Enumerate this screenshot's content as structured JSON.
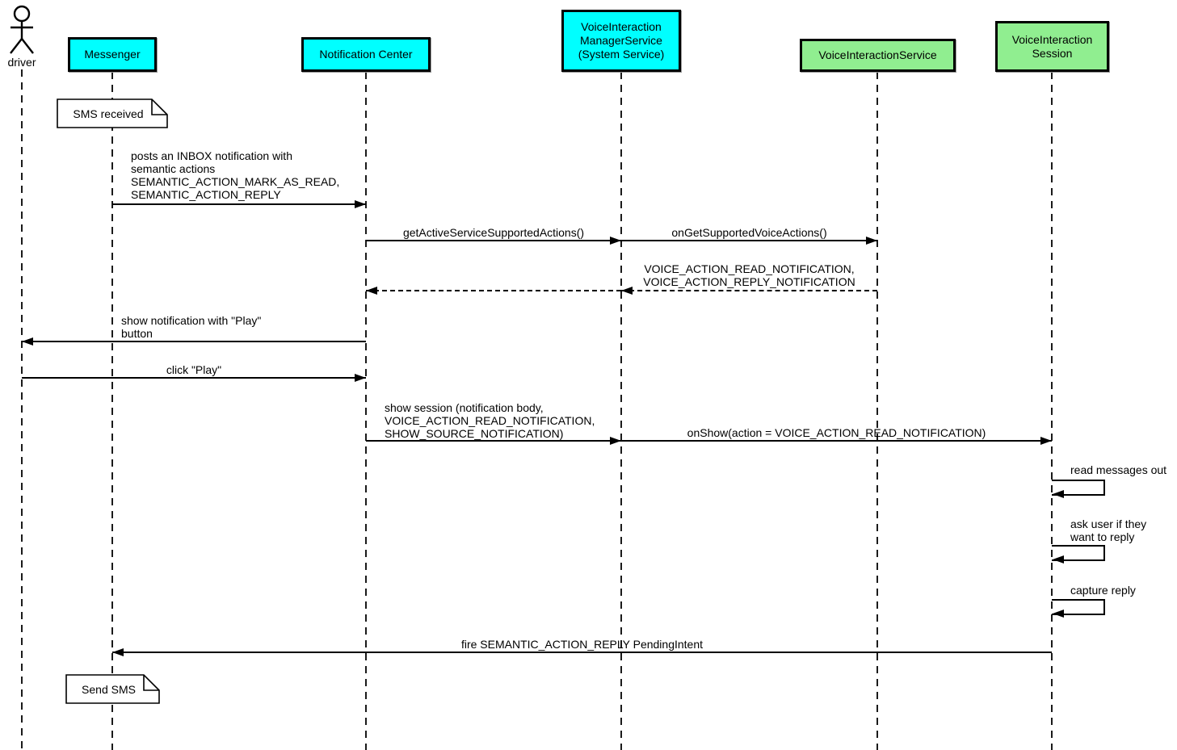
{
  "diagram_type": "uml-sequence",
  "colors": {
    "system_participant_fill": "#00ffff",
    "voice_participant_fill": "#90ee90",
    "note_fill": "#ffffff",
    "line_color": "#000000",
    "background": "#ffffff"
  },
  "actor": {
    "label": "driver"
  },
  "participants": [
    {
      "label": "Messenger"
    },
    {
      "label": "Notification Center"
    },
    {
      "label": "VoiceInteraction\nManagerService\n(System Service)"
    },
    {
      "label": "VoiceInteractionService"
    },
    {
      "label": "VoiceInteraction\nSession"
    }
  ],
  "notes": [
    {
      "text": "SMS received",
      "attached_to": "Messenger"
    },
    {
      "text": "Send SMS",
      "attached_to": "Messenger"
    }
  ],
  "messages": [
    {
      "label": "posts an INBOX notification with\nsemantic actions\nSEMANTIC_ACTION_MARK_AS_READ,\nSEMANTIC_ACTION_REPLY",
      "from": "Messenger",
      "to": "Notification Center",
      "line": "solid"
    },
    {
      "label": "getActiveServiceSupportedActions()",
      "from": "Notification Center",
      "to": "VoiceInteraction ManagerService (System Service)",
      "line": "solid"
    },
    {
      "label": "onGetSupportedVoiceActions()",
      "from": "VoiceInteraction ManagerService (System Service)",
      "to": "VoiceInteractionService",
      "line": "solid"
    },
    {
      "label": "VOICE_ACTION_READ_NOTIFICATION,\nVOICE_ACTION_REPLY_NOTIFICATION",
      "from": "VoiceInteractionService",
      "to": "Notification Center",
      "line": "dashed"
    },
    {
      "label": "show notification with \"Play\"\nbutton",
      "from": "Notification Center",
      "to": "driver",
      "line": "solid"
    },
    {
      "label": "click \"Play\"",
      "from": "driver",
      "to": "Notification Center",
      "line": "solid"
    },
    {
      "label": "show session (notification body,\nVOICE_ACTION_READ_NOTIFICATION,\nSHOW_SOURCE_NOTIFICATION)",
      "from": "Notification Center",
      "to": "VoiceInteraction ManagerService (System Service)",
      "line": "solid"
    },
    {
      "label": "onShow(action = VOICE_ACTION_READ_NOTIFICATION)",
      "from": "VoiceInteraction ManagerService (System Service)",
      "to": "VoiceInteraction Session",
      "line": "solid"
    },
    {
      "label": "fire SEMANTIC_ACTION_REPLY PendingIntent",
      "from": "VoiceInteraction Session",
      "to": "Messenger",
      "line": "solid"
    }
  ],
  "self_messages": [
    {
      "label": "read messages out",
      "on": "VoiceInteraction Session"
    },
    {
      "label": "ask user if they\nwant to reply",
      "on": "VoiceInteraction Session"
    },
    {
      "label": "capture reply",
      "on": "VoiceInteraction Session"
    }
  ]
}
